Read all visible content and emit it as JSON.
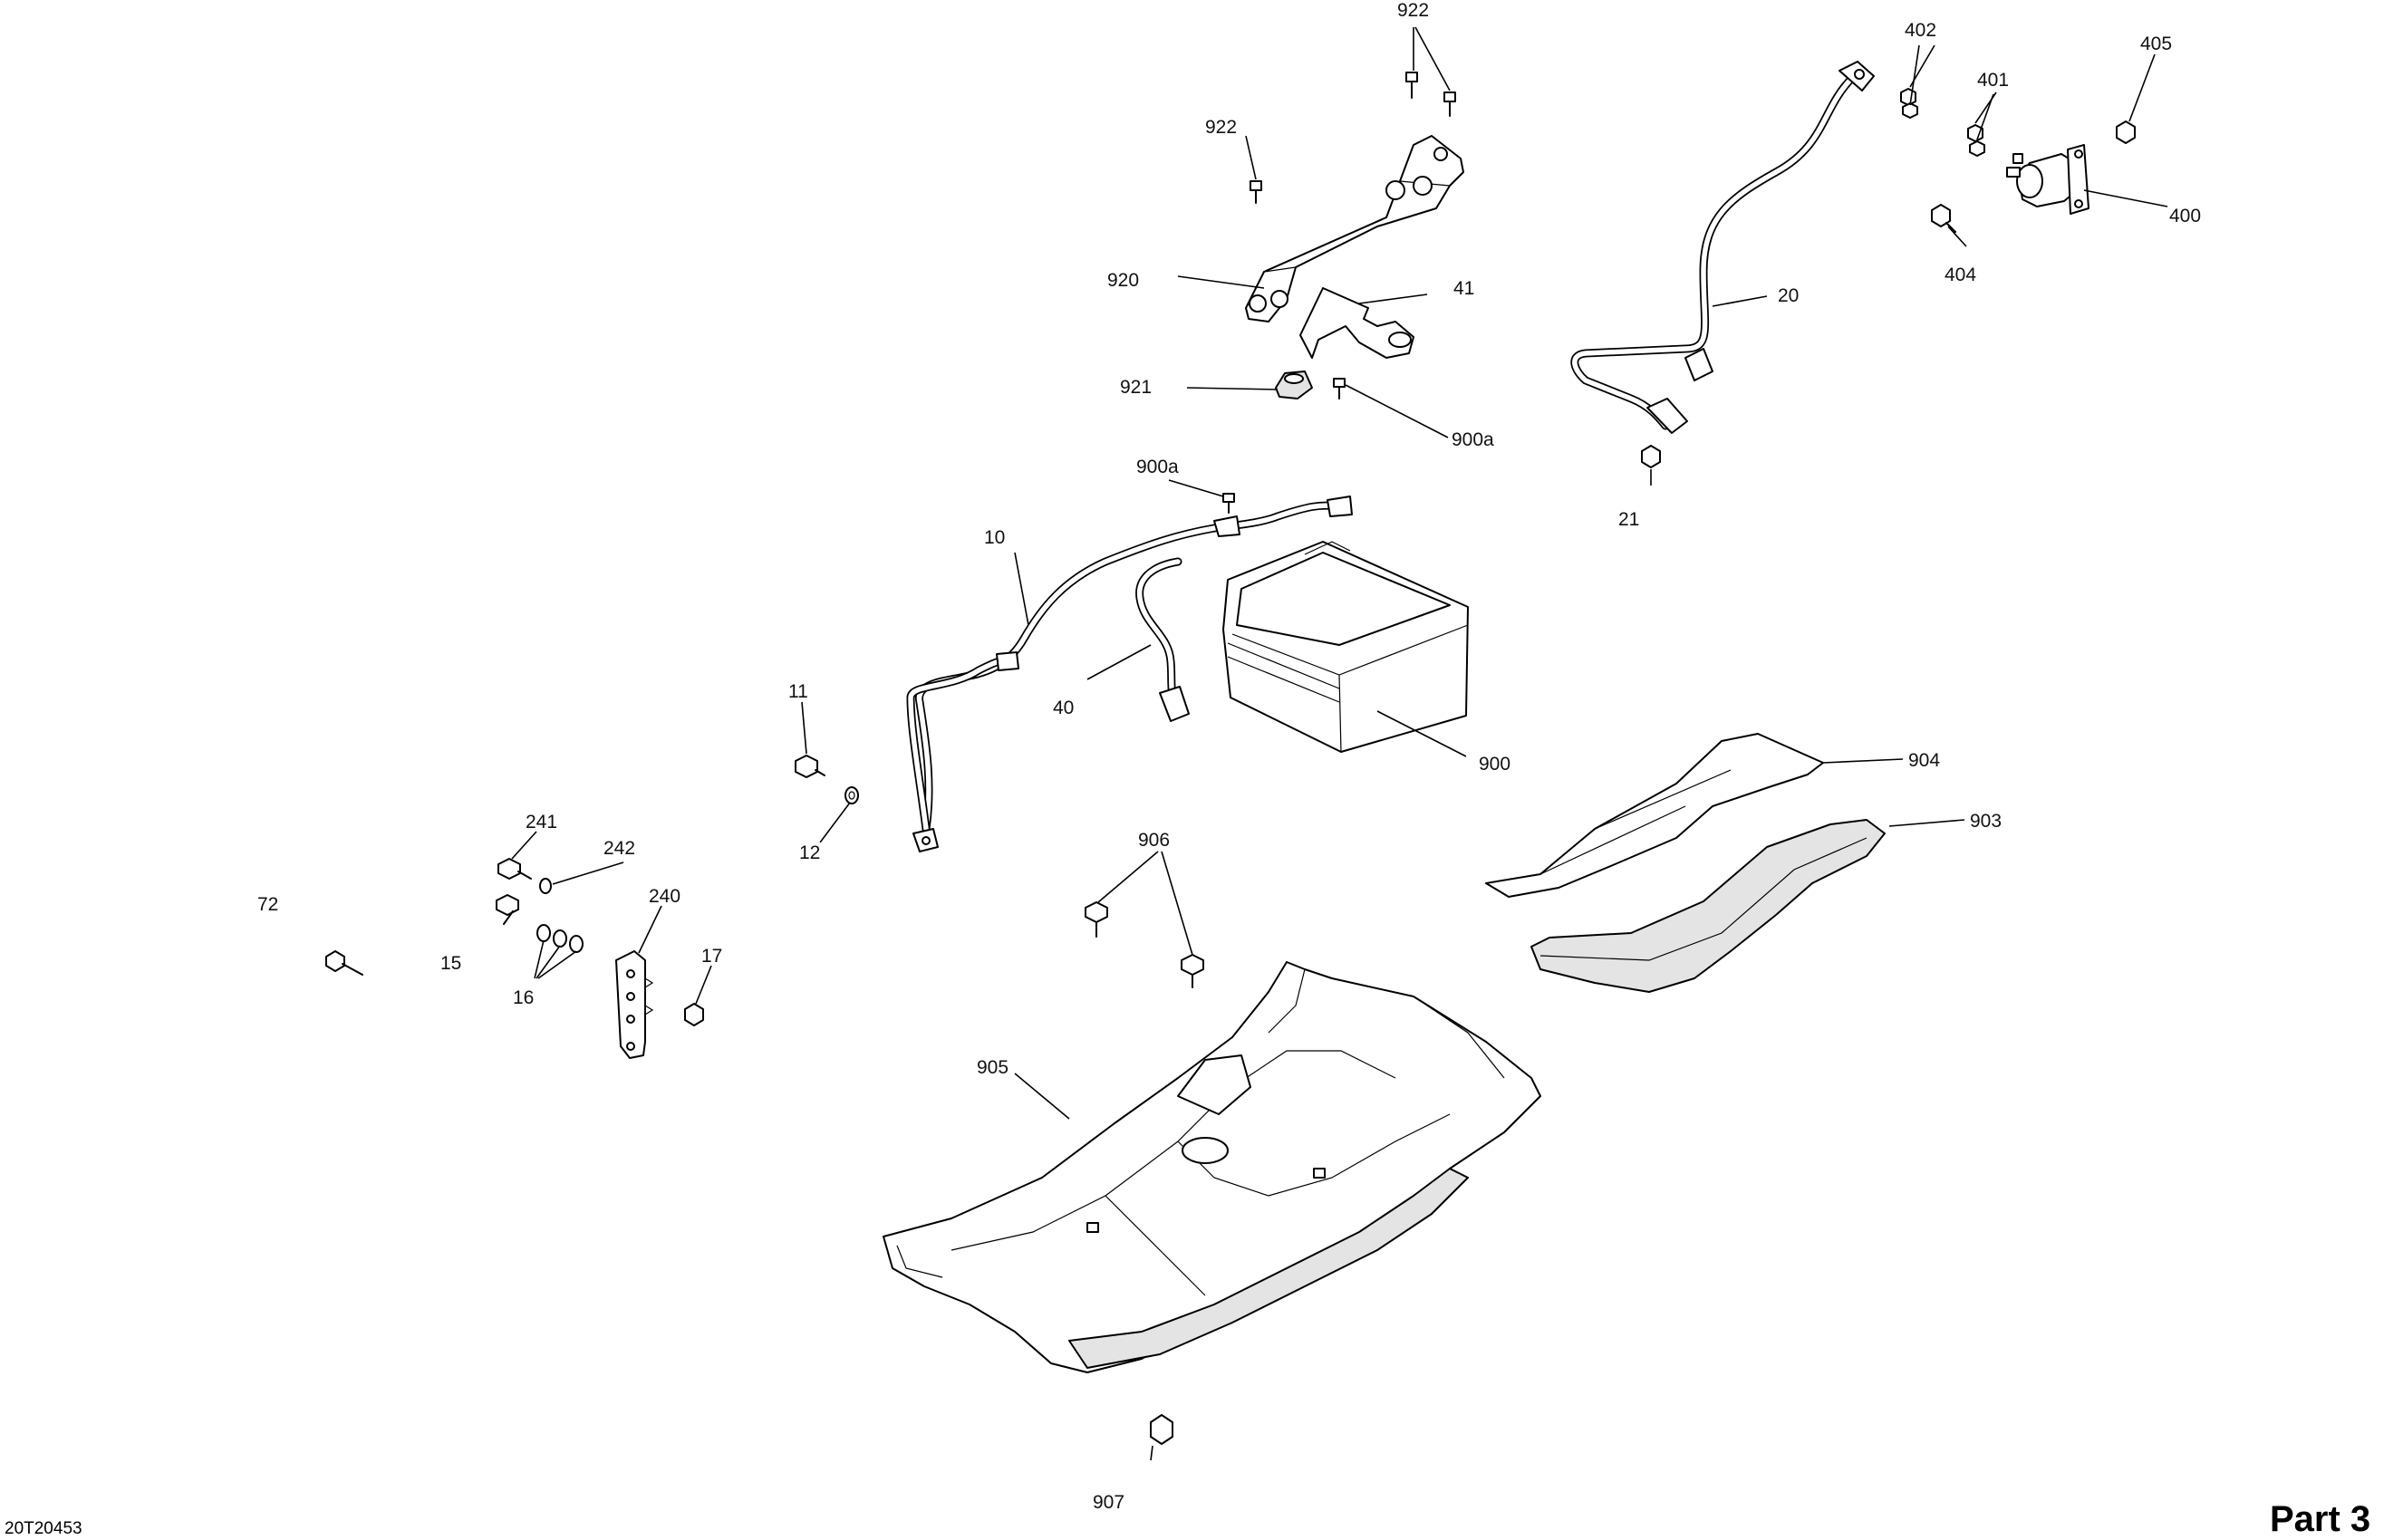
{
  "footer": {
    "doc_code": "20T20453",
    "part_title": "Part 3"
  },
  "callouts": {
    "c922_top": "922",
    "c922_left": "922",
    "c920": "920",
    "c41": "41",
    "c921": "921",
    "c900a_right": "900a",
    "c900a_left": "900a",
    "c10": "10",
    "c40": "40",
    "c900": "900",
    "c11": "11",
    "c12": "12",
    "c20": "20",
    "c21": "21",
    "c402": "402",
    "c401": "401",
    "c405": "405",
    "c400": "400",
    "c404": "404",
    "c904": "904",
    "c903": "903",
    "c906": "906",
    "c905": "905",
    "c907": "907",
    "c241": "241",
    "c242": "242",
    "c240": "240",
    "c72": "72",
    "c15": "15",
    "c16": "16",
    "c17": "17"
  },
  "colors": {
    "line": "#000000",
    "background": "#ffffff",
    "shade": "#e4e4e4"
  }
}
